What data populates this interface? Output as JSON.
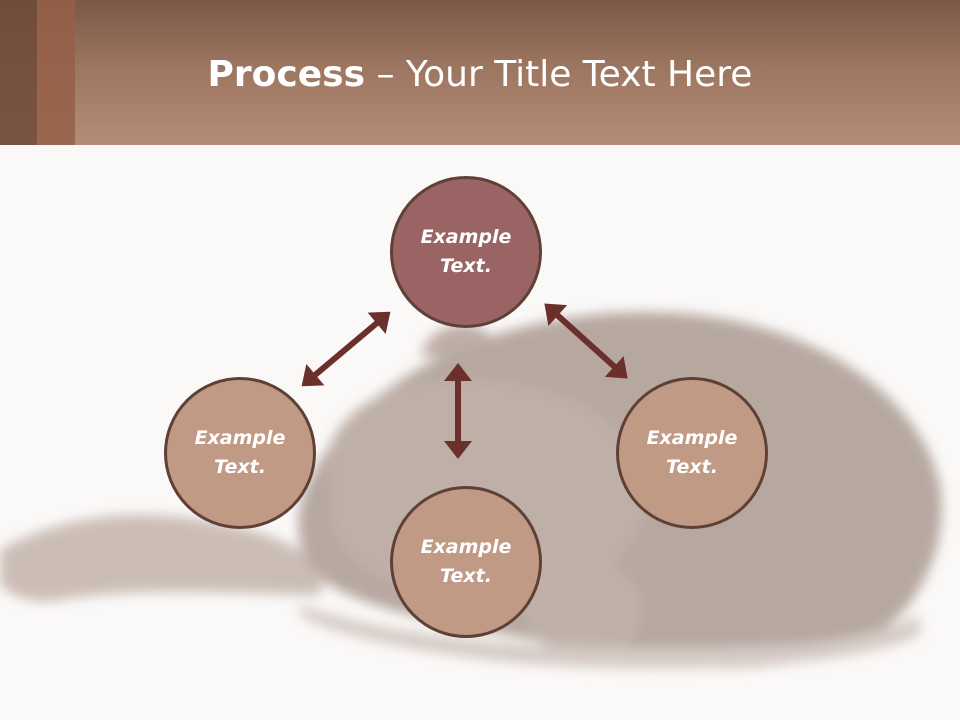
{
  "slide": {
    "title_bold": "Process",
    "title_rest": " – Your Title Text Here"
  },
  "diagram": {
    "nodes": {
      "top": {
        "label": "Example Text.",
        "color": "#9b6464"
      },
      "left": {
        "label": "Example Text.",
        "color": "#c09a84"
      },
      "right": {
        "label": "Example Text.",
        "color": "#c09a84"
      },
      "bottom": {
        "label": "Example Text.",
        "color": "#c09a84"
      }
    },
    "arrow_color": "#6b2f2c"
  }
}
